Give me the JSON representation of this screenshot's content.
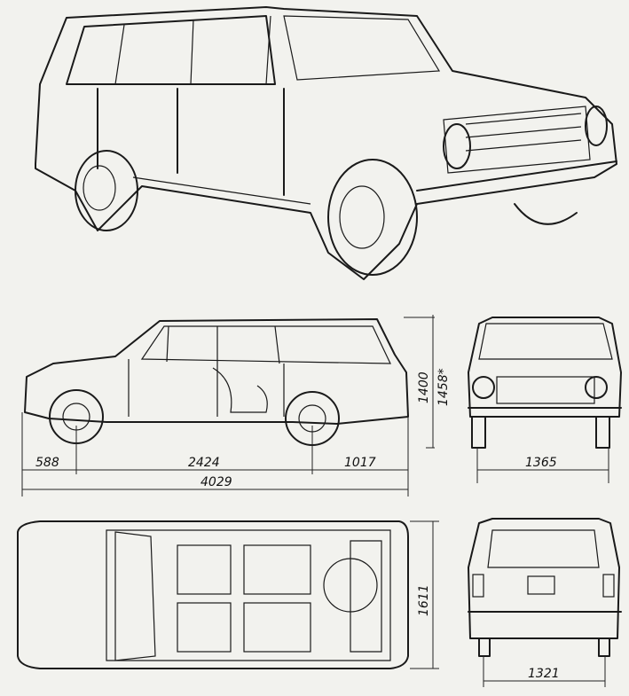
{
  "dimensions": {
    "front_overhang": "588",
    "wheelbase": "2424",
    "rear_overhang": "1017",
    "overall_length": "4029",
    "height": "1400",
    "height_loaded": "1458*",
    "front_track": "1365",
    "overall_width": "1611",
    "rear_track": "1321"
  }
}
